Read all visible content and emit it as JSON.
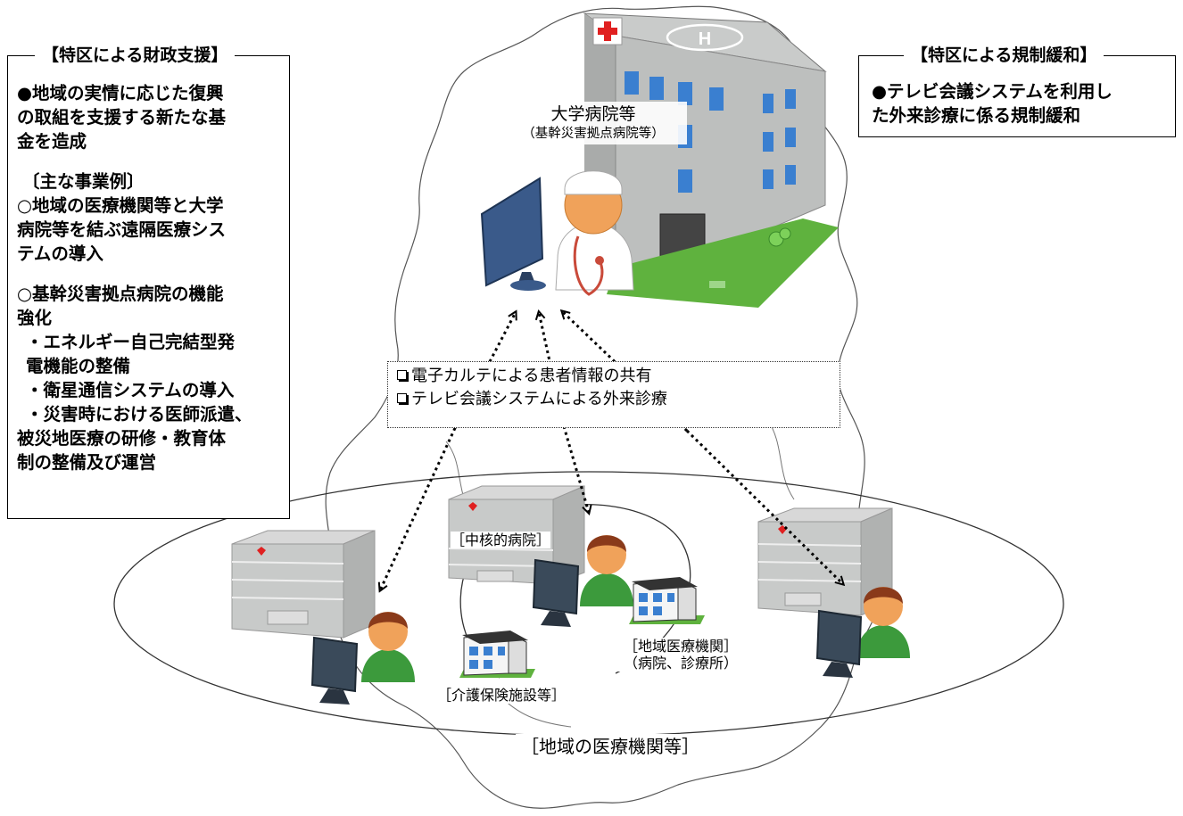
{
  "finance_box": {
    "title": "【特区による財政支援】",
    "lines": [
      "●地域の実情に応じた復興",
      "の取組を支援する新たな基",
      "金を造成",
      "〔主な事業例〕",
      "○地域の医療機関等と大学",
      "病院等を結ぶ遠隔医療シス",
      "テムの導入",
      "○基幹災害拠点病院の機能",
      "強化",
      "・エネルギー自己完結型発",
      "電機能の整備",
      "・衛星通信システムの導入",
      "・災害時における医師派遣、",
      "被災地医療の研修・教育体",
      "制の整備及び運営"
    ]
  },
  "regulation_box": {
    "title": "【特区による規制緩和】",
    "lines": [
      "●テレビ会議システムを利用し",
      "た外来診療に係る規制緩和"
    ]
  },
  "university_hospital": {
    "name": "大学病院等",
    "sub": "（基幹災害拠点病院等）"
  },
  "shared_info": [
    "電子カルテによる患者情報の共有",
    "テレビ会議システムによる外来診療"
  ],
  "local_labels": {
    "core_hospital": "［中核的病院］",
    "regional_institution": "［地域医療機関］",
    "regional_institution_sub": "（病院、診療所）",
    "care_facility": "［介護保険施設等］",
    "region_caption": "［地域の医療機関等］"
  },
  "colors": {
    "hospital_wall": "#bdbfbe",
    "window_blue": "#3a7fd0",
    "lawn_green": "#5fb23e",
    "doctor_skin": "#f0a25a",
    "staff_green": "#3c9a3c",
    "staff_hair": "#8a3a1a",
    "monitor_blue": "#3a5a8a"
  }
}
